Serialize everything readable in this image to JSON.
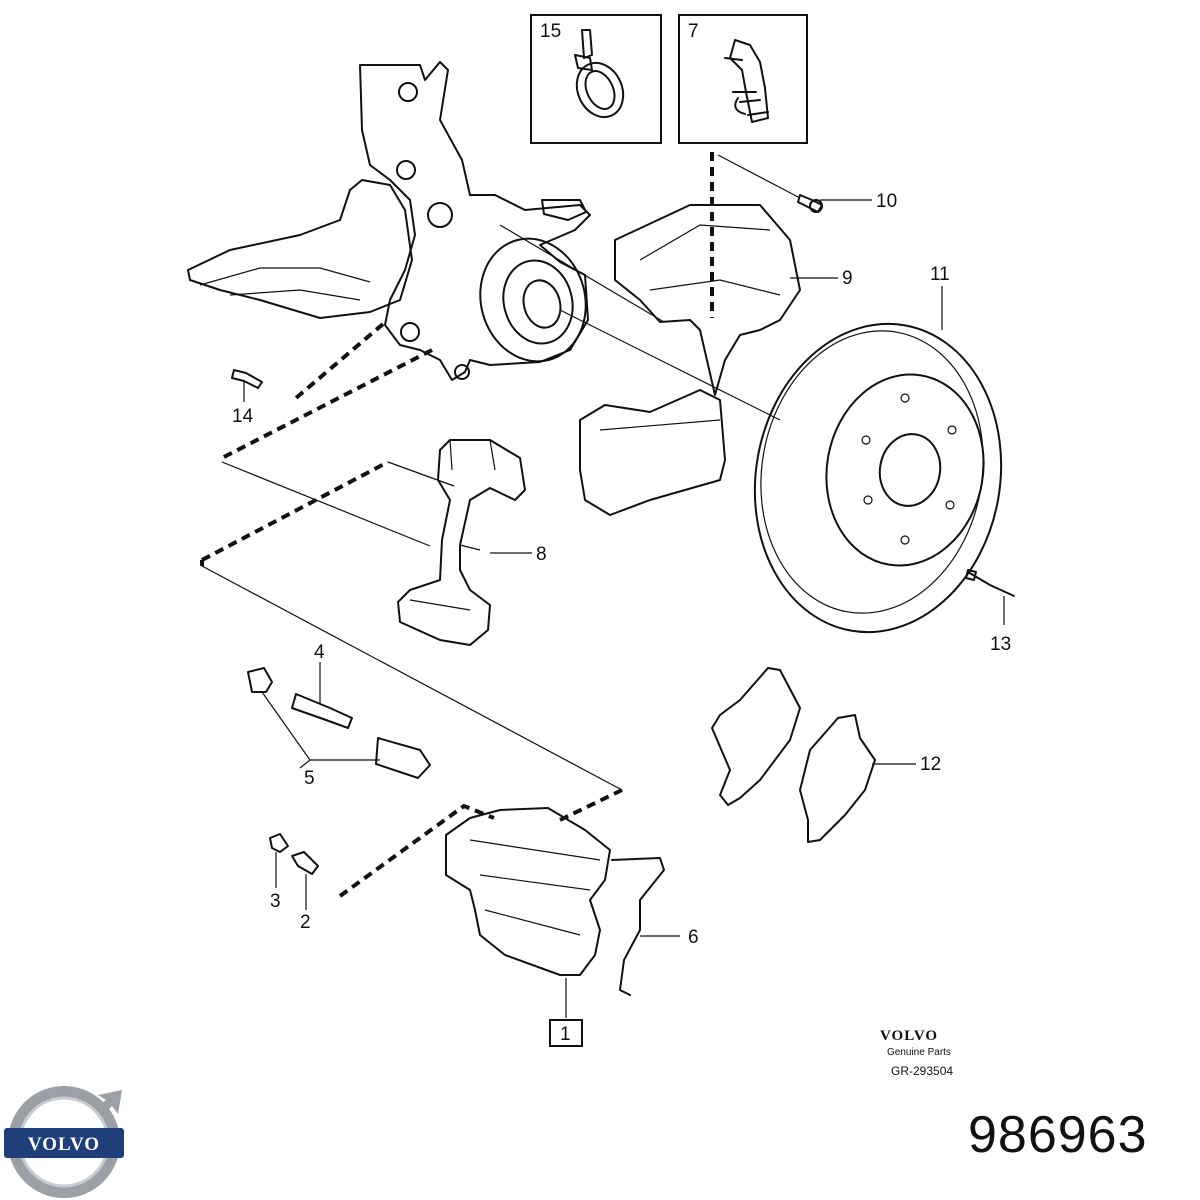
{
  "diagram": {
    "callouts": {
      "c1": "1",
      "c2": "2",
      "c3": "3",
      "c4": "4",
      "c5": "5",
      "c6": "6",
      "c7": "7",
      "c8": "8",
      "c9": "9",
      "c10": "10",
      "c11": "11",
      "c12": "12",
      "c13": "13",
      "c14": "14",
      "c15": "15"
    }
  },
  "brand": {
    "name": "VOLVO",
    "subtitle": "Genuine Parts",
    "reference": "GR-293504"
  },
  "logo": {
    "wordmark": "VOLVO"
  },
  "part_number": "986963",
  "colors": {
    "ink": "#111111",
    "logo_blue": "#1f3f7a",
    "logo_silver": "#9aa0a6"
  }
}
